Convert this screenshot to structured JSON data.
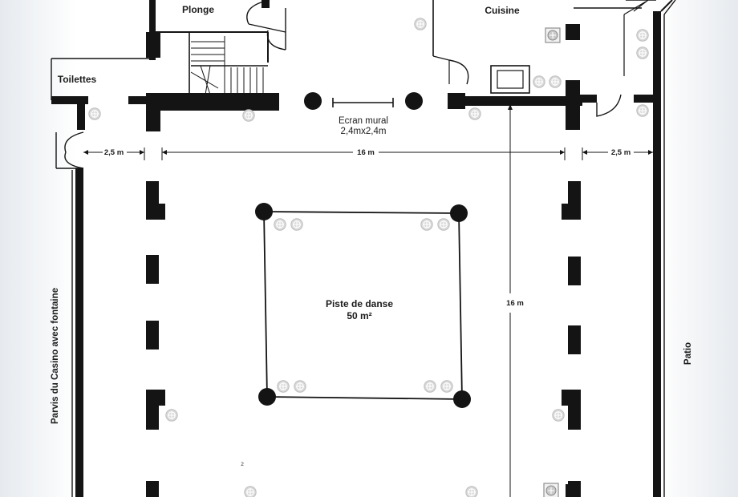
{
  "plan": {
    "rooms": {
      "plonge": "Plonge",
      "cuisine": "Cuisine",
      "toilettes": "Toilettes"
    },
    "screen": {
      "title": "Ecran mural",
      "size": "2,4mx2,4m"
    },
    "dimensions": {
      "left_bay": "2,5 m",
      "main_width": "16 m",
      "right_bay": "2,5 m",
      "main_depth": "16 m"
    },
    "dance_floor": {
      "title": "Piste de danse",
      "area": "50 m²"
    },
    "outside": {
      "left": "Parvis du Casino avec fontaine",
      "right": "Patio"
    },
    "marker": "2"
  }
}
